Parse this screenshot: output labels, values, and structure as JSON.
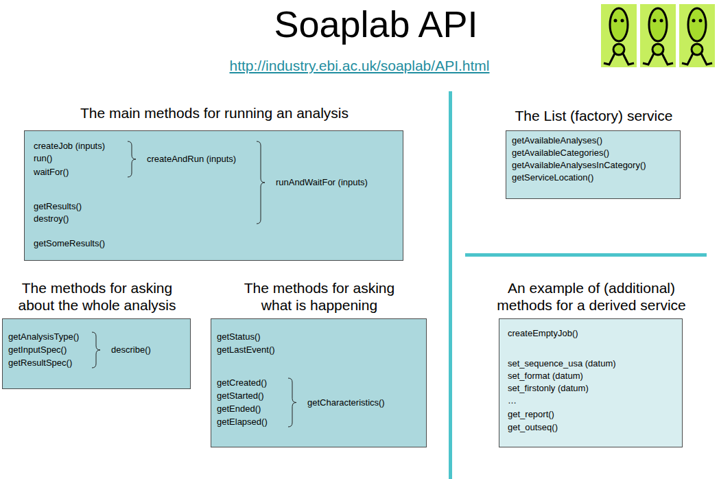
{
  "diagram": {
    "title": "Soaplab API",
    "nodes": [
      {
        "text": [
          "The main methods for running an analysis",
          "createJob (inputs)",
          "run()",
          "waitFor()",
          "createAndRun (inputs)",
          "runAndWaitFor (inputs)",
          "getResults()",
          "destroy()",
          "getSomeResults()"
        ]
      },
      {
        "text": [
          "The List (factory) service",
          "getAvailableAnalyses()",
          "getAvailableCategories()",
          "getAvailableAnalysesInCategory()",
          "getServiceLocation()"
        ]
      },
      {
        "text": [
          "The methods for asking about the whole analysis",
          "getAnalysisType()",
          "getInputSpec()",
          "getResultSpec()",
          "describe()"
        ]
      },
      {
        "text": [
          "The methods for asking what is happening",
          "getStatus()",
          "getLastEvent()",
          "getCreated()",
          "getStarted()",
          "getEnded()",
          "getElapsed()",
          "getCharacteristics()"
        ]
      },
      {
        "text": [
          "An example of (additional) methods for a derived service",
          "createEmptyJob()",
          "set_sequence_usa (datum)",
          "set_format (datum)",
          "set_firstonly (datum)",
          "…",
          "get_report()",
          "get_outseq()"
        ]
      }
    ],
    "labels": [
      "http://industry.ebi.ac.uk/soaplab/API.html"
    ]
  }
}
